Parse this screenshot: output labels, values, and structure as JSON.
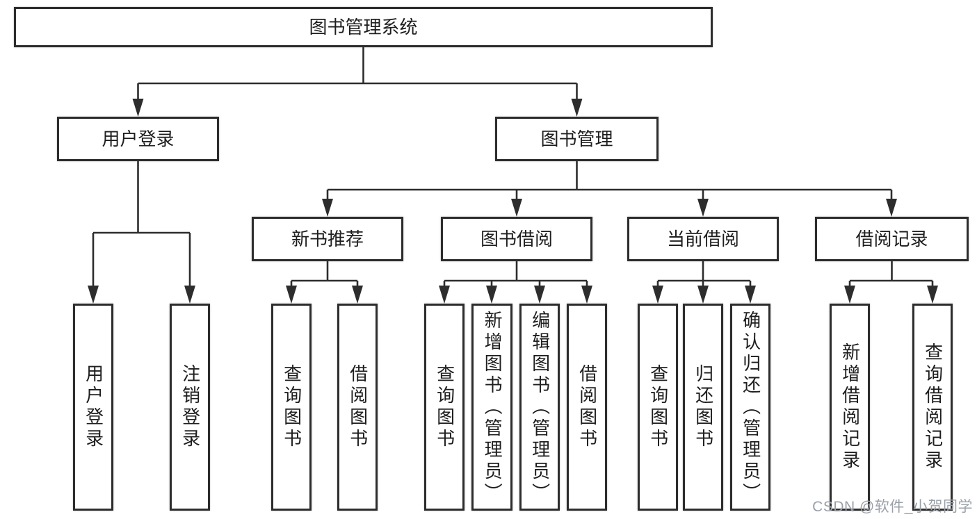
{
  "tree": {
    "label": "图书管理系统",
    "children": [
      {
        "label": "用户登录",
        "children": [
          {
            "label": "用户登录"
          },
          {
            "label": "注销登录"
          }
        ]
      },
      {
        "label": "图书管理",
        "children": [
          {
            "label": "新书推荐",
            "children": [
              {
                "label": "查询图书"
              },
              {
                "label": "借阅图书"
              }
            ]
          },
          {
            "label": "图书借阅",
            "children": [
              {
                "label": "查询图书"
              },
              {
                "label": "新增图书（管理员）"
              },
              {
                "label": "编辑图书（管理员）"
              },
              {
                "label": "借阅图书"
              }
            ]
          },
          {
            "label": "当前借阅",
            "children": [
              {
                "label": "查询图书"
              },
              {
                "label": "归还图书"
              },
              {
                "label": "确认归还（管理员）"
              }
            ]
          },
          {
            "label": "借阅记录",
            "children": [
              {
                "label": "新增借阅记录"
              },
              {
                "label": "查询借阅记录"
              }
            ]
          }
        ]
      }
    ]
  },
  "watermark": {
    "text": "CSDN @软件_小贺同学"
  },
  "colors": {
    "line": "#2d2d2d",
    "box_border": "#2d2d2d",
    "box_background": "#ffffff",
    "text": "#1e1e1e",
    "watermark": "#9aa0a8",
    "page_background": "#ffffff"
  }
}
